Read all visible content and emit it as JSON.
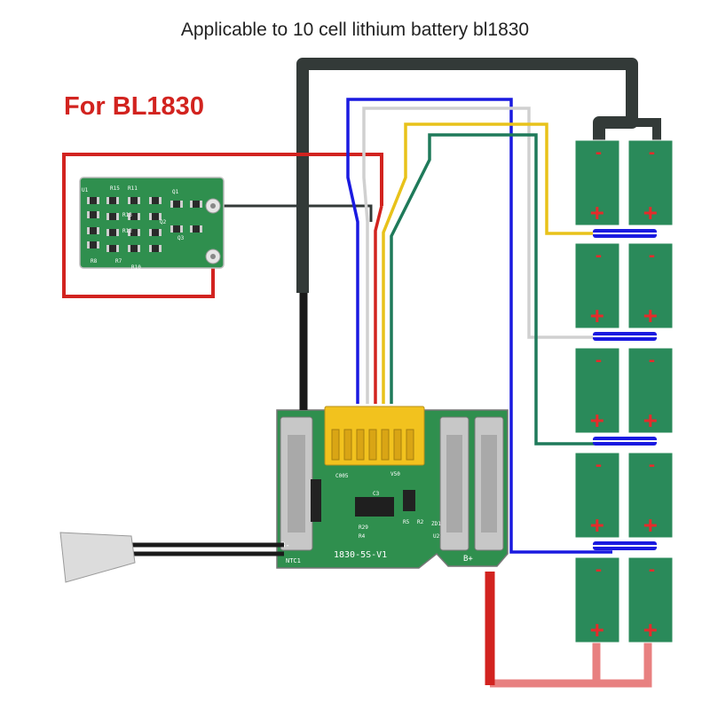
{
  "title": "Applicable to 10 cell lithium battery bl1830",
  "subtitle": "For BL1830",
  "sub_board": {
    "labels": [
      "U1",
      "R15",
      "R11",
      "R13",
      "R12",
      "Q1",
      "Q2",
      "Q3",
      "R8",
      "R7",
      "R10"
    ]
  },
  "main_board": {
    "model_label": "1830-5S-V1",
    "b_minus_label": "B-",
    "b_plus_label": "B+",
    "ntc_label": "NTC1",
    "small_labels": [
      "C005",
      "V50",
      "C3",
      "R5",
      "R2",
      "ZD1",
      "R29",
      "R4",
      "U2"
    ]
  },
  "cells": {
    "rows": 5,
    "columns": 2,
    "plus_symbol": "+",
    "minus_symbol": "-"
  },
  "colors": {
    "pcb_green": "#2f8f4e",
    "cell_green": "#2a8a5a",
    "wire_black": "#333a38",
    "wire_red": "#d2231f",
    "wire_blue": "#1a1ae0",
    "wire_white": "#dddddd",
    "wire_yellow": "#e8c21a",
    "wire_green": "#1f7a5a",
    "wire_pink": "#e88080",
    "connector_yellow": "#f2c21e"
  }
}
